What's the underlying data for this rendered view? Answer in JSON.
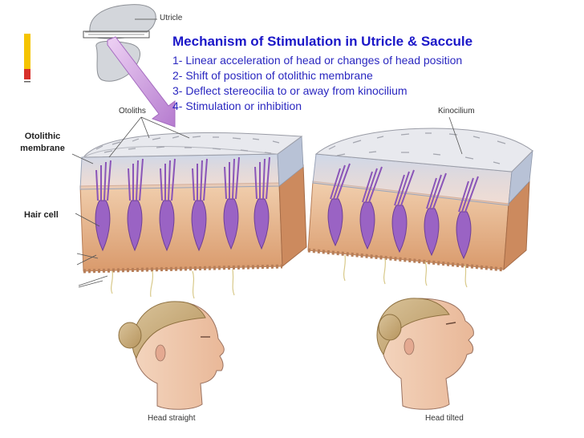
{
  "title": "Mechanism of Stimulation in Utricle & Saccule",
  "steps": [
    "1- Linear acceleration of head or changes of head position",
    "2- Shift of position of otolithic membrane",
    "3- Deflect stereocilia to or away from kinocilium",
    "4- Stimulation or inhibition"
  ],
  "labels": {
    "utricle": "Utricle",
    "otoliths": "Otoliths",
    "kinocilium": "Kinocilium",
    "otolithic_membrane_line1": "Otolithic",
    "otolithic_membrane_line2": "membrane",
    "hair_cell": "Hair cell",
    "head_straight": "Head straight",
    "head_tilted": "Head tilted"
  },
  "colors": {
    "title": "#1b17c8",
    "accent_yellow": "#f5c400",
    "accent_red": "#d8302a",
    "hair_cell": "#9a63c4",
    "tissue": "#e9b98f",
    "otolith": "#e8e9ee",
    "arrow": "#c58ed8"
  }
}
